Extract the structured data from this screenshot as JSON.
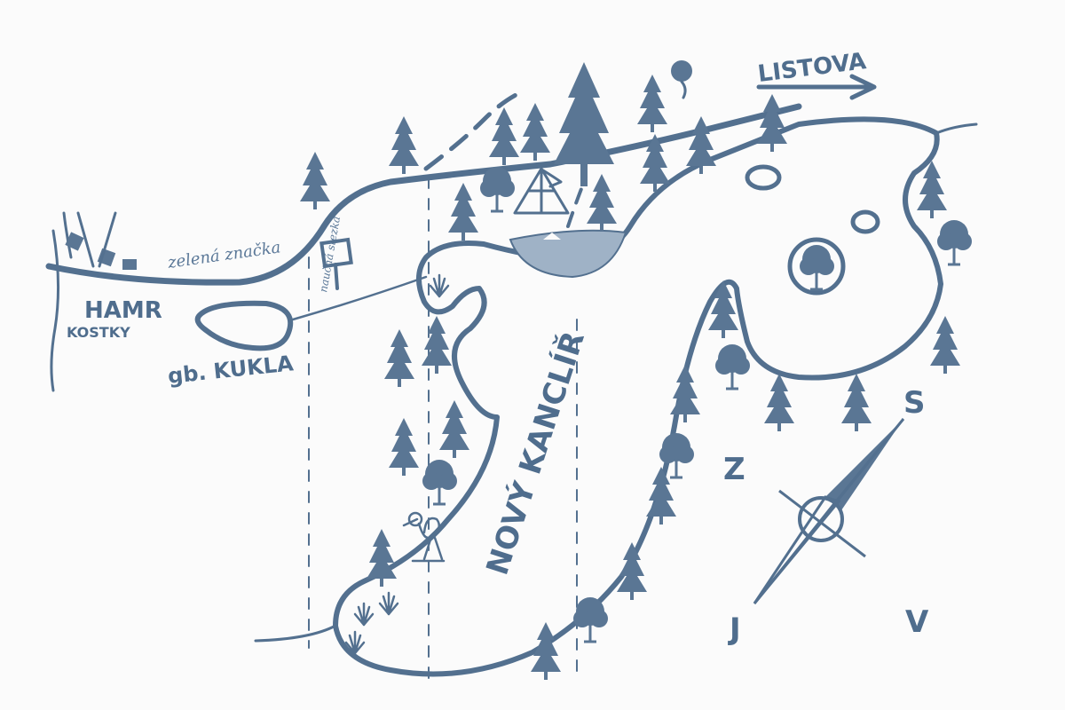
{
  "map": {
    "colors": {
      "ink": "#53708f",
      "paper": "#fbfbfb",
      "water_line": "#8ca2bb"
    },
    "labels": {
      "listova": "LISTOVA",
      "hamr": "HAMR",
      "kostky": "KOSTKY",
      "kukla": "gb. KUKLA",
      "zelena_znacka": "zelená značka",
      "stezka": "naučná stezka",
      "lake": "NOVÝ KANCLÍŘ"
    },
    "compass": {
      "north": "S",
      "south": "J",
      "east": "V",
      "west": "Z"
    },
    "icons": [
      "tree-icon",
      "deciduous-tree-icon",
      "signpost-icon",
      "heron-icon",
      "reed-icon",
      "arrow-icon",
      "compass-rose-icon"
    ]
  }
}
